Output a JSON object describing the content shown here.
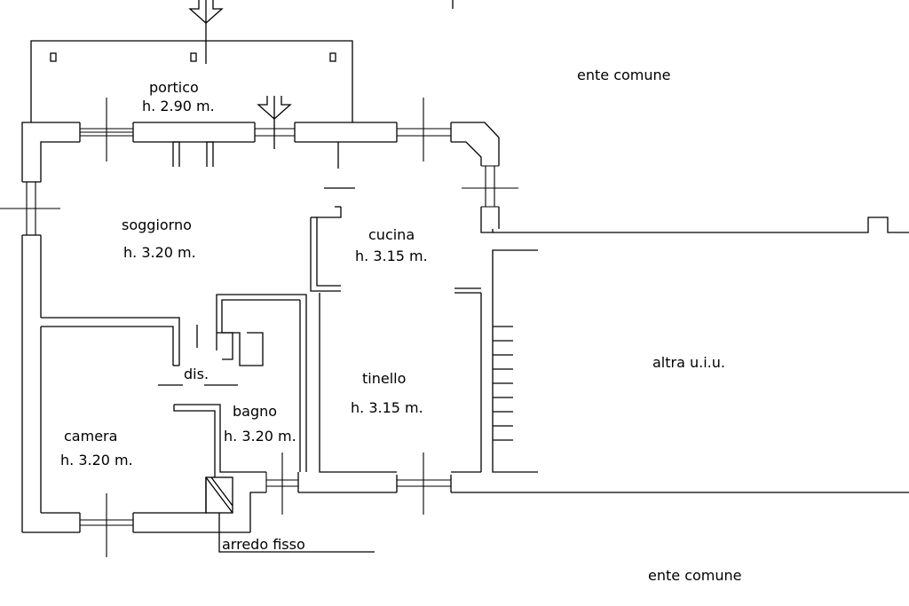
{
  "rooms": {
    "portico": {
      "name": "portico",
      "height": "h. 2.90 m."
    },
    "soggiorno": {
      "name": "soggiorno",
      "height": "h. 3.20 m."
    },
    "cucina": {
      "name": "cucina",
      "height": "h. 3.15 m."
    },
    "tinello": {
      "name": "tinello",
      "height": "h. 3.15 m."
    },
    "bagno": {
      "name": "bagno",
      "height": "h. 3.20 m."
    },
    "camera": {
      "name": "camera",
      "height": "h. 3.20 m."
    },
    "dis": {
      "name": "dis."
    }
  },
  "labels": {
    "ente_comune_top": "ente comune",
    "ente_comune_bottom": "ente comune",
    "altra_uiu": "altra u.i.u.",
    "arredo_fisso": "arredo fisso"
  },
  "icons": [
    "entrance-arrow-icon",
    "entrance-arrow-icon"
  ]
}
